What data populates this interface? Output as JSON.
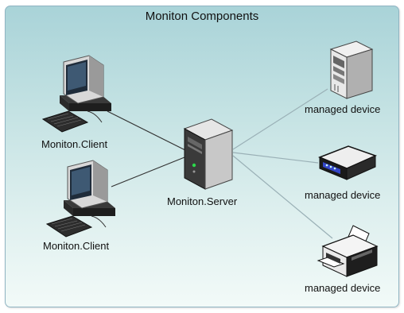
{
  "diagram": {
    "title": "Moniton Components",
    "nodes": {
      "client1": {
        "label": "Moniton.Client",
        "icon": "desktop-computer-icon"
      },
      "client2": {
        "label": "Moniton.Client",
        "icon": "desktop-computer-icon"
      },
      "server": {
        "label": "Moniton.Server",
        "icon": "tower-server-icon"
      },
      "device1": {
        "label": "managed device",
        "icon": "server-rack-icon"
      },
      "device2": {
        "label": "managed device",
        "icon": "network-switch-icon"
      },
      "device3": {
        "label": "managed device",
        "icon": "printer-icon"
      }
    },
    "colors": {
      "background_top": "#a9d3d8",
      "background_bottom": "#f2faf8",
      "border": "#8fb4c2",
      "link_dark": "#333333",
      "link_light": "#8aa0a8"
    }
  }
}
